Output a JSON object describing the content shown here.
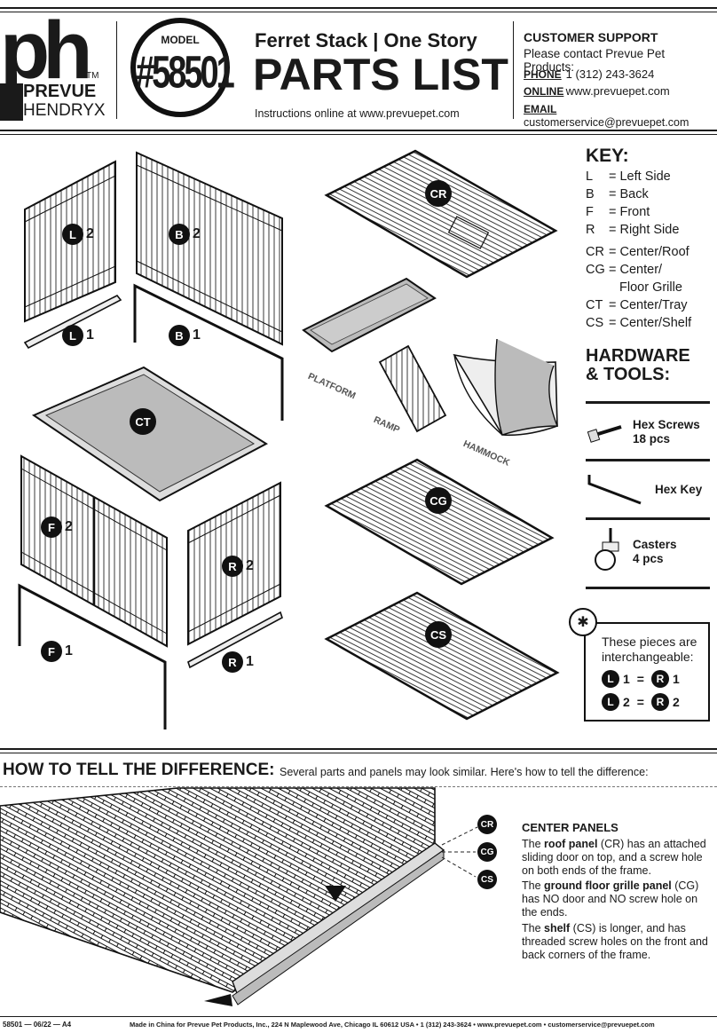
{
  "header": {
    "logo_mark": "ph",
    "logo_tm": "TM",
    "logo_brand1": "PREVUE",
    "logo_brand2": "HENDRYX",
    "model_label": "MODEL",
    "model_number": "#58501",
    "product": "Ferret Stack | One Story",
    "doc_title": "PARTS LIST",
    "instructions": "Instructions online at www.prevuepet.com",
    "support_title": "CUSTOMER SUPPORT",
    "support_intro": "Please contact Prevue Pet Products:",
    "phone_label": "PHONE",
    "phone": "1 (312) 243-3624",
    "online_label": "ONLINE",
    "online": "www.prevuepet.com",
    "email_label": "EMAIL",
    "email": "customerservice@prevuepet.com"
  },
  "parts": {
    "l2": {
      "code": "L",
      "qty": "2"
    },
    "b2": {
      "code": "B",
      "qty": "2"
    },
    "l1": {
      "code": "L",
      "qty": "1"
    },
    "b1": {
      "code": "B",
      "qty": "1"
    },
    "ct": {
      "code": "CT"
    },
    "f2": {
      "code": "F",
      "qty": "2"
    },
    "r2": {
      "code": "R",
      "qty": "2"
    },
    "f1": {
      "code": "F",
      "qty": "1"
    },
    "r1": {
      "code": "R",
      "qty": "1"
    },
    "cr": {
      "code": "CR"
    },
    "cg": {
      "code": "CG"
    },
    "cs": {
      "code": "CS"
    },
    "platform": "PLATFORM",
    "ramp": "RAMP",
    "hammock": "HAMMOCK"
  },
  "key": {
    "title": "KEY:",
    "items": [
      {
        "k": "L",
        "v": "= Left Side"
      },
      {
        "k": "B",
        "v": "= Back"
      },
      {
        "k": "F",
        "v": "= Front"
      },
      {
        "k": "R",
        "v": "= Right Side"
      }
    ],
    "items2": [
      {
        "k": "CR",
        "v": "= Center/Roof"
      },
      {
        "k": "CG",
        "v": "= Center/"
      },
      {
        "k": "",
        "v": "Floor Grille"
      },
      {
        "k": "CT",
        "v": "= Center/Tray"
      },
      {
        "k": "CS",
        "v": "= Center/Shelf"
      }
    ]
  },
  "hardware": {
    "title1": "HARDWARE",
    "title2": "& TOOLS:",
    "items": [
      {
        "name": "Hex Screws",
        "qty": "18 pcs"
      },
      {
        "name": "Hex Key",
        "qty": ""
      },
      {
        "name": "Casters",
        "qty": "4 pcs"
      }
    ]
  },
  "interchange": {
    "star": "✱",
    "text1": "These pieces are",
    "text2": "interchangeable:",
    "eq1": {
      "a": "L",
      "an": "1",
      "b": "R",
      "bn": "1",
      "eq": "="
    },
    "eq2": {
      "a": "L",
      "an": "2",
      "b": "R",
      "bn": "2",
      "eq": "="
    }
  },
  "difference": {
    "title": "HOW TO TELL THE DIFFERENCE:",
    "subtitle": "Several parts and panels may look similar. Here's how to tell the difference:",
    "callouts": [
      "CR",
      "CG",
      "CS"
    ],
    "panel_title": "CENTER PANELS",
    "p1_a": "The ",
    "p1_b": "roof panel",
    "p1_c": " (CR) has an attached sliding door on top, and a screw hole on both ends of the frame.",
    "p2_a": "The ",
    "p2_b": "ground floor grille panel",
    "p2_c": " (CG) has NO door and NO screw hole on the ends.",
    "p3_a": "The ",
    "p3_b": "shelf",
    "p3_c": " (CS) is longer, and has threaded screw holes on the front and back corners of the frame."
  },
  "footer": {
    "code": "58501 — 06/22 — A4",
    "made": "Made in China for Prevue Pet Products, Inc., 224 N Maplewood Ave, Chicago IL  60612  USA • 1 (312) 243-3624 • www.prevuepet.com • customerservice@prevuepet.com"
  }
}
